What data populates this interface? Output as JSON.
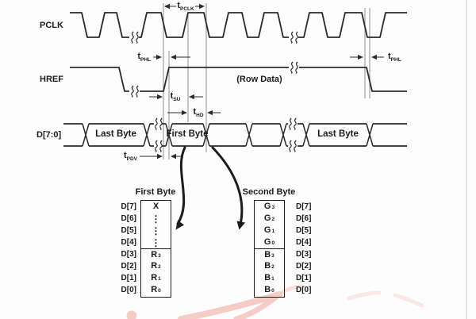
{
  "signals": {
    "pclk": "PCLK",
    "href": "HREF",
    "dbus": "D[7:0]",
    "row_data_note": "(Row Data)"
  },
  "timing": {
    "t_pclk": {
      "base": "t",
      "sub": "PCLK"
    },
    "t_phl": {
      "base": "t",
      "sub": "PHL"
    },
    "t_su": {
      "base": "t",
      "sub": "SU"
    },
    "t_hd": {
      "base": "t",
      "sub": "HD"
    },
    "t_pdv": {
      "base": "t",
      "sub": "PDV"
    }
  },
  "bus": {
    "segments": [
      {
        "label": "Last Byte"
      },
      {
        "label": "First Byte"
      },
      {
        "label": "Last Byte"
      }
    ]
  },
  "tables": {
    "first": {
      "title": "First Byte",
      "bits": [
        "D[7]",
        "D[6]",
        "D[5]",
        "D[4]",
        "D[3]",
        "D[2]",
        "D[1]",
        "D[0]"
      ],
      "cells": [
        {
          "base": "X",
          "sub": ""
        },
        {
          "base": "⋮",
          "sub": "",
          "dots": true
        },
        {
          "base": "⋮",
          "sub": "",
          "dots": true
        },
        {
          "base": "⋮",
          "sub": "",
          "dots": true
        },
        {
          "base": "R",
          "sub": "3"
        },
        {
          "base": "R",
          "sub": "2"
        },
        {
          "base": "R",
          "sub": "1"
        },
        {
          "base": "R",
          "sub": "0"
        }
      ]
    },
    "second": {
      "title": "Second Byte",
      "bits": [
        "D[7]",
        "D[6]",
        "D[5]",
        "D[4]",
        "D[3]",
        "D[2]",
        "D[1]",
        "D[0]"
      ],
      "cells": [
        {
          "base": "G",
          "sub": "3"
        },
        {
          "base": "G",
          "sub": "2"
        },
        {
          "base": "G",
          "sub": "1"
        },
        {
          "base": "G",
          "sub": "0"
        },
        {
          "base": "B",
          "sub": "3"
        },
        {
          "base": "B",
          "sub": "2"
        },
        {
          "base": "B",
          "sub": "1"
        },
        {
          "base": "B",
          "sub": "0"
        }
      ]
    }
  },
  "colors": {
    "waveform_line": "#2b2b2b",
    "measurement_line": "#8f8f8f",
    "watermark": "#efa79b"
  }
}
